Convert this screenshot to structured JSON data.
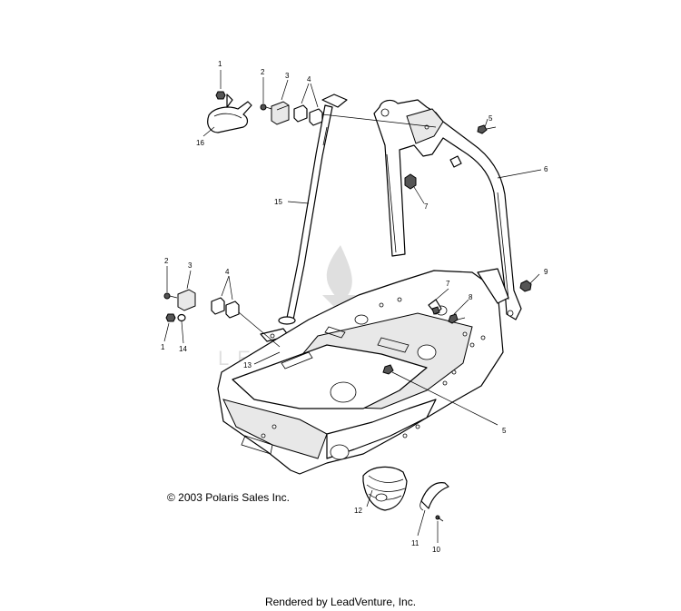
{
  "diagram": {
    "callouts": {
      "c1a": "1",
      "c2a": "2",
      "c3a": "3",
      "c4a": "4",
      "c16": "16",
      "c15": "15",
      "c5a": "5",
      "c6": "6",
      "c7a": "7",
      "c9": "9",
      "c2b": "2",
      "c3b": "3",
      "c4b": "4",
      "c1b": "1",
      "c14": "14",
      "c13": "13",
      "c7b": "7",
      "c8": "8",
      "c5b": "5",
      "c12": "12",
      "c11": "11",
      "c10": "10"
    },
    "watermark_text": "LEADVENTURE"
  },
  "footer": {
    "copyright": "© 2003 Polaris Sales Inc.",
    "rendered_by": "Rendered by LeadVenture, Inc."
  }
}
